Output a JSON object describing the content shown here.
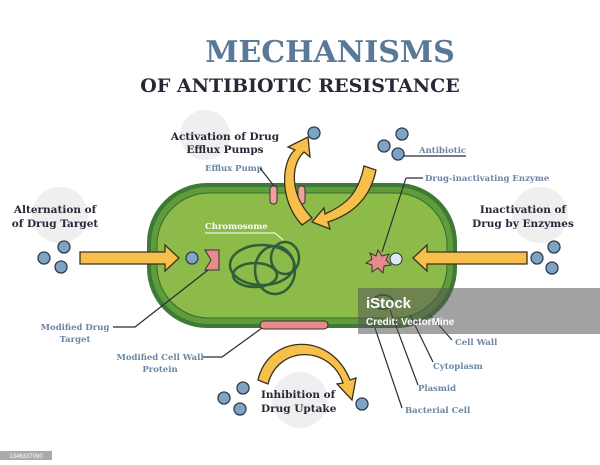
{
  "title": {
    "line1": "MECHANISMS",
    "line2": "OF ANTIBIOTIC RESISTANCE"
  },
  "mechanisms": {
    "efflux": [
      "Activation of Drug",
      "Efflux Pumps"
    ],
    "target": [
      "Alternation of",
      "of Drug Target"
    ],
    "enzymes": [
      "Inactivation of",
      "Drug by Enzymes"
    ],
    "uptake": [
      "Inhibition of",
      "Drug Uptake"
    ]
  },
  "labels": {
    "efflux_pump": "Efflux Pump",
    "antibiotic": "Antibiotic",
    "enzyme": "Drug-inactivating Enzyme",
    "chromosome": "Chromosome",
    "modified_target": [
      "Modified Drug",
      "Target"
    ],
    "modified_wall": [
      "Modified Cell Wall",
      "Protein"
    ],
    "cell_wall": "Cell Wall",
    "cytoplasm": "Cytoplasm",
    "plasmid": "Plasmid",
    "bacterial_cell": "Bacterial Cell"
  },
  "watermark": {
    "brand": "iStock",
    "credit": "Credit: VectorMine",
    "id": "1346337090"
  },
  "colors": {
    "cell": "#8dbb4a",
    "wall": "#3f7a35",
    "arrow": "#f7c04a",
    "pink": "#f0a0a0"
  }
}
